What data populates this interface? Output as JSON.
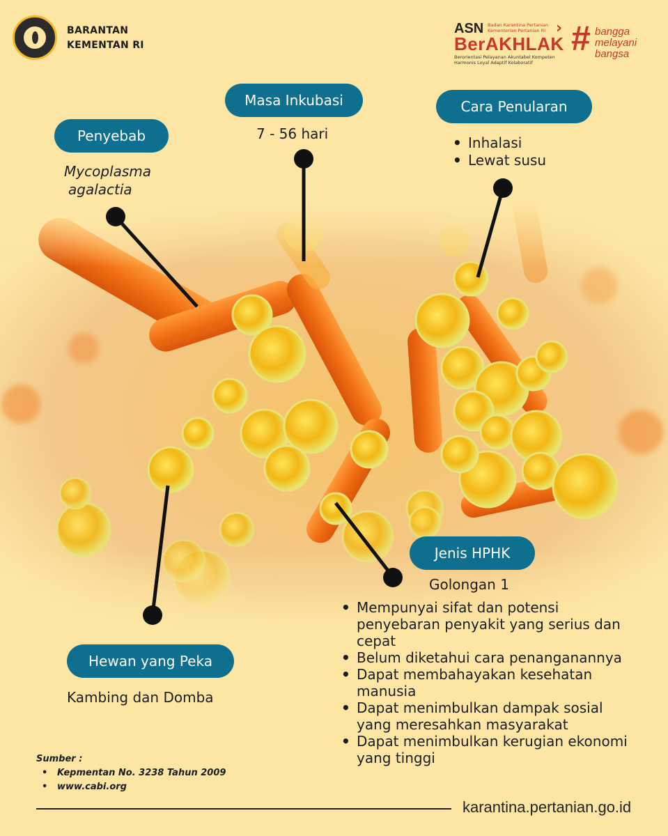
{
  "header": {
    "org_line1": "BARANTAN",
    "org_line2": "KEMENTAN RI",
    "asn_label": "ASN",
    "asn_agency": "Badan Karantina Pertanian Kementerian Pertanian RI",
    "berakhlak": "BerAKHLAK",
    "berakhlak_sub": "Berorientasi Pelayanan Akuntabel Kompeten Harmonis Loyal Adaptif Kolaboratif",
    "bangga_line1": "bangga",
    "bangga_line2": "melayani",
    "bangga_line3": "bangsa"
  },
  "penyebab": {
    "label": "Penyebab",
    "value_line1": "Mycoplasma",
    "value_line2": "agalactia"
  },
  "masa_inkubasi": {
    "label": "Masa Inkubasi",
    "value": "7 - 56 hari"
  },
  "cara_penularan": {
    "label": "Cara Penularan",
    "items": [
      "Inhalasi",
      "Lewat susu"
    ]
  },
  "jenis_hphk": {
    "label": "Jenis HPHK",
    "golongan": "Golongan 1",
    "items": [
      "Mempunyai sifat dan potensi penyebaran penyakit yang serius dan cepat",
      "Belum diketahui cara penanganannya",
      "Dapat membahayakan kesehatan manusia",
      "Dapat menimbulkan dampak sosial yang meresahkan masyarakat",
      "Dapat menimbulkan kerugian ekonomi yang tinggi"
    ]
  },
  "hewan_peka": {
    "label": "Hewan yang Peka",
    "value": "Kambing dan Domba"
  },
  "source": {
    "title": "Sumber :",
    "items": [
      "Kepmentan No. 3238 Tahun 2009",
      "www.cabi.org"
    ]
  },
  "footer": {
    "url": "karantina.pertanian.go.id"
  },
  "colors": {
    "background": "#fde6a4",
    "pill": "#0f6f8f",
    "brand_red": "#c8372a",
    "bacteria_rod": "#f07a1e",
    "bacteria_cocci": "#f5c518"
  }
}
